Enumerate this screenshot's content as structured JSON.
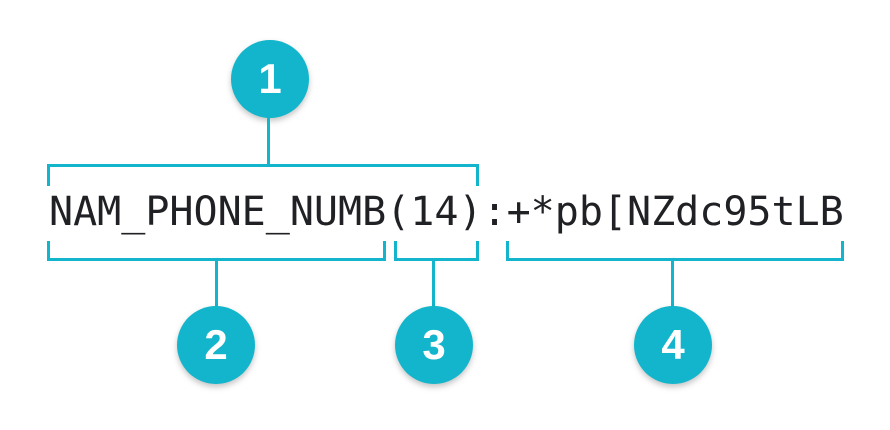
{
  "colors": {
    "accent": "#12b5cb",
    "text": "#202124",
    "background": "#ffffff",
    "badge_number": "#ffffff"
  },
  "encoded_string": {
    "full": "NAM_PHONE_NUMB(14):+*pb[NZdc95tLB",
    "segments": {
      "field_name": "NAM_PHONE_NUMB",
      "length": "(14)",
      "separator": ":",
      "masked_value": "+*pb[NZdc95tLB"
    }
  },
  "callouts": [
    {
      "number": "1"
    },
    {
      "number": "2"
    },
    {
      "number": "3"
    },
    {
      "number": "4"
    }
  ]
}
